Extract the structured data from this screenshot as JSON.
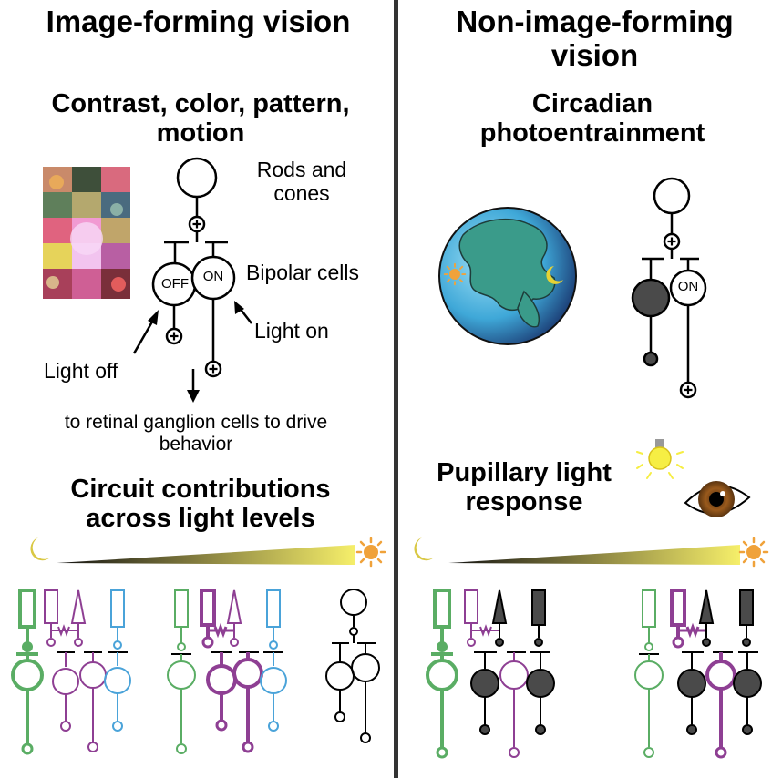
{
  "left": {
    "title": "Image-forming vision",
    "subtitle": "Contrast, color, pattern, motion",
    "rods_label": "Rods and cones",
    "bipolar_label": "Bipolar cells",
    "off_cell": "OFF",
    "on_cell": "ON",
    "light_on": "Light on",
    "light_off": "Light off",
    "output_label": "to retinal ganglion cells to drive behavior",
    "circuit_title": "Circuit contributions across light levels"
  },
  "right": {
    "title": "Non-image-forming vision",
    "subtitle": "Circadian photoentrainment",
    "on_cell": "ON",
    "plr_title": "Pupillary light response"
  },
  "colors": {
    "rod_green": "#5aad64",
    "cone_purple": "#8e3f93",
    "blue_cone": "#4aa3d9",
    "dark_cell": "#4a4a4a",
    "sun": "#f0a23a",
    "moon": "#d9c844",
    "earth_ocean": "#3fa8d8",
    "earth_land": "#3a9b8a",
    "divider": "#333333"
  },
  "icons": [
    "moon-icon",
    "sun-icon",
    "earth-icon",
    "lightbulb-icon",
    "eye-icon",
    "plus-synapse-icon"
  ]
}
